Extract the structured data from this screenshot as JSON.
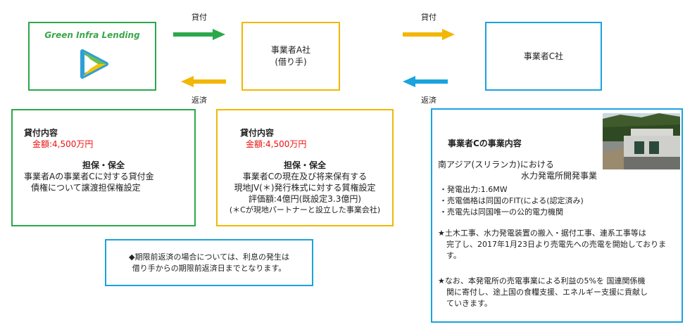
{
  "lender_box": {
    "brand": "Green Infra Lending"
  },
  "borrower_box": {
    "line1": "事業者A社",
    "line2": "(借り手)"
  },
  "c_box": {
    "name": "事業者C社"
  },
  "arrows": {
    "lend1": "貸付",
    "repay1": "返済",
    "lend2": "貸付",
    "repay2": "返済"
  },
  "loan_box1": {
    "heading": "貸付内容",
    "amount": "金額:4,500万円",
    "sec_heading": "担保・保全",
    "sec_line1": "事業者Aの事業者Cに対する貸付金",
    "sec_line2": "債権について譲渡担保権設定"
  },
  "loan_box2": {
    "heading": "貸付内容",
    "amount": "金額:4,500万円",
    "sec_heading": "担保・保全",
    "sec_line1": "事業者Cの現在及び将来保有する",
    "sec_line2": "現地JV(＊)発行株式に対する質権設定",
    "sec_line3": "評価額:4億円(既設定3.3億円)",
    "sec_line4": "(＊Cが現地パートナーと設立した事業会社)"
  },
  "note_box": {
    "line1": "◆期限前返済の場合については、利息の発生は",
    "line2": "借り手からの期限前返済日までとなります。"
  },
  "detail_box": {
    "heading": "事業者Cの事業内容",
    "region": "南アジア(スリランカ)における",
    "project": "水力発電所開発事業",
    "bullet1": "・発電出力:1.6MW",
    "bullet2": "・売電価格は同国のFIT(による(認定済み)",
    "bullet3": "・売電先は同国唯一の公的電力機関",
    "star1_l1": "★土木工事、水力発電装置の搬入・据付工事、連系工事等は",
    "star1_l2": "完了し、2017年1月23日より売電先への売電を開始しておりま",
    "star1_l3": "す。",
    "star2_l1": "★なお、本発電所の売電事業による利益の5%を 国連関係機",
    "star2_l2": "関に寄付し、途上国の食糧支援、エネルギー支援に貢献し",
    "star2_l3": "ていきます。"
  },
  "colors": {
    "green": "#2aa84a",
    "yellow": "#f2b705",
    "blue": "#1aa3dc",
    "red": "#e11111"
  }
}
